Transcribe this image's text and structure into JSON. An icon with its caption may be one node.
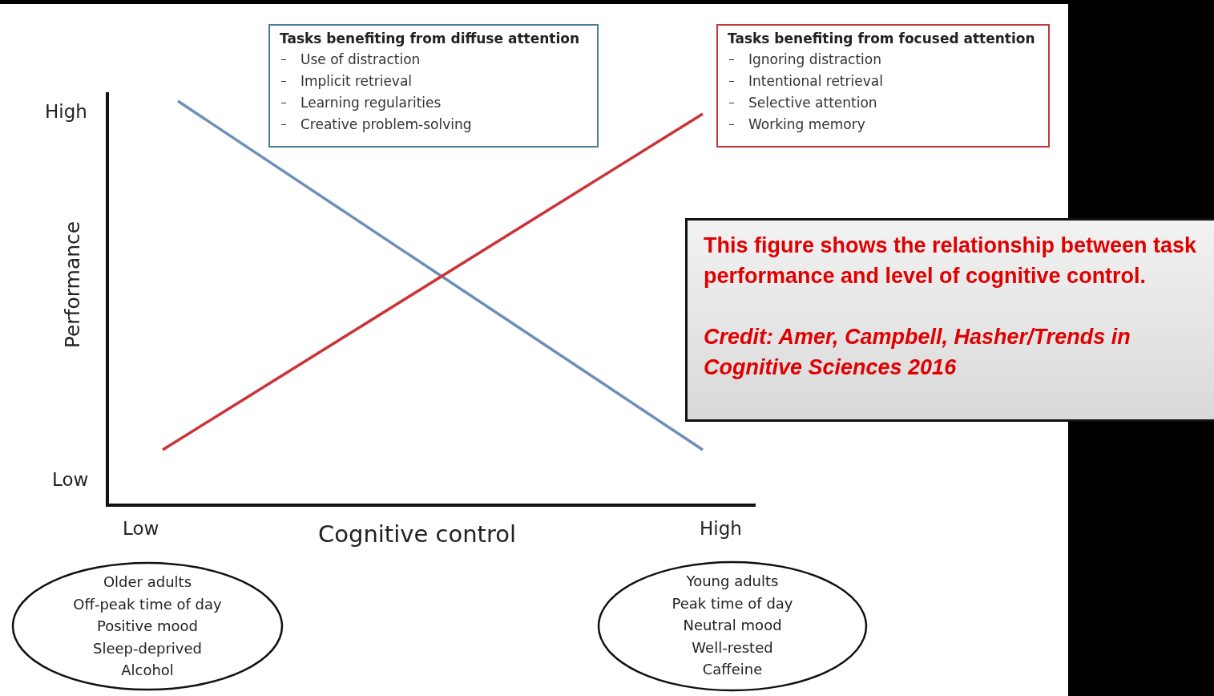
{
  "diagram": {
    "nodes": [
      {
        "text": [
          "Tasks benefiting from diffuse attention",
          "Use of distraction",
          "Implicit retrieval",
          "Learning regularities",
          "Creative problem-solving"
        ]
      },
      {
        "text": [
          "Tasks benefiting from focused attention",
          "Ignoring distraction",
          "Intentional retrieval",
          "Selective attention",
          "Working memory"
        ]
      },
      {
        "text": [
          "This figure shows the relationship between task performance and level of cognitive control.",
          "Credit: Amer, Campbell, Hasher/Trends in Cognitive Sciences 2016"
        ]
      },
      {
        "text": [
          "Older adults",
          "Off-peak time of day",
          "Positive mood",
          "Sleep-deprived",
          "Alcohol"
        ]
      },
      {
        "text": [
          "Young adults",
          "Peak time of day",
          "Neutral mood",
          "Well-rested",
          "Caffeine"
        ]
      }
    ],
    "labels": [
      "High",
      "Performance",
      "Low",
      "Low",
      "Cognitive control",
      "High"
    ]
  }
}
